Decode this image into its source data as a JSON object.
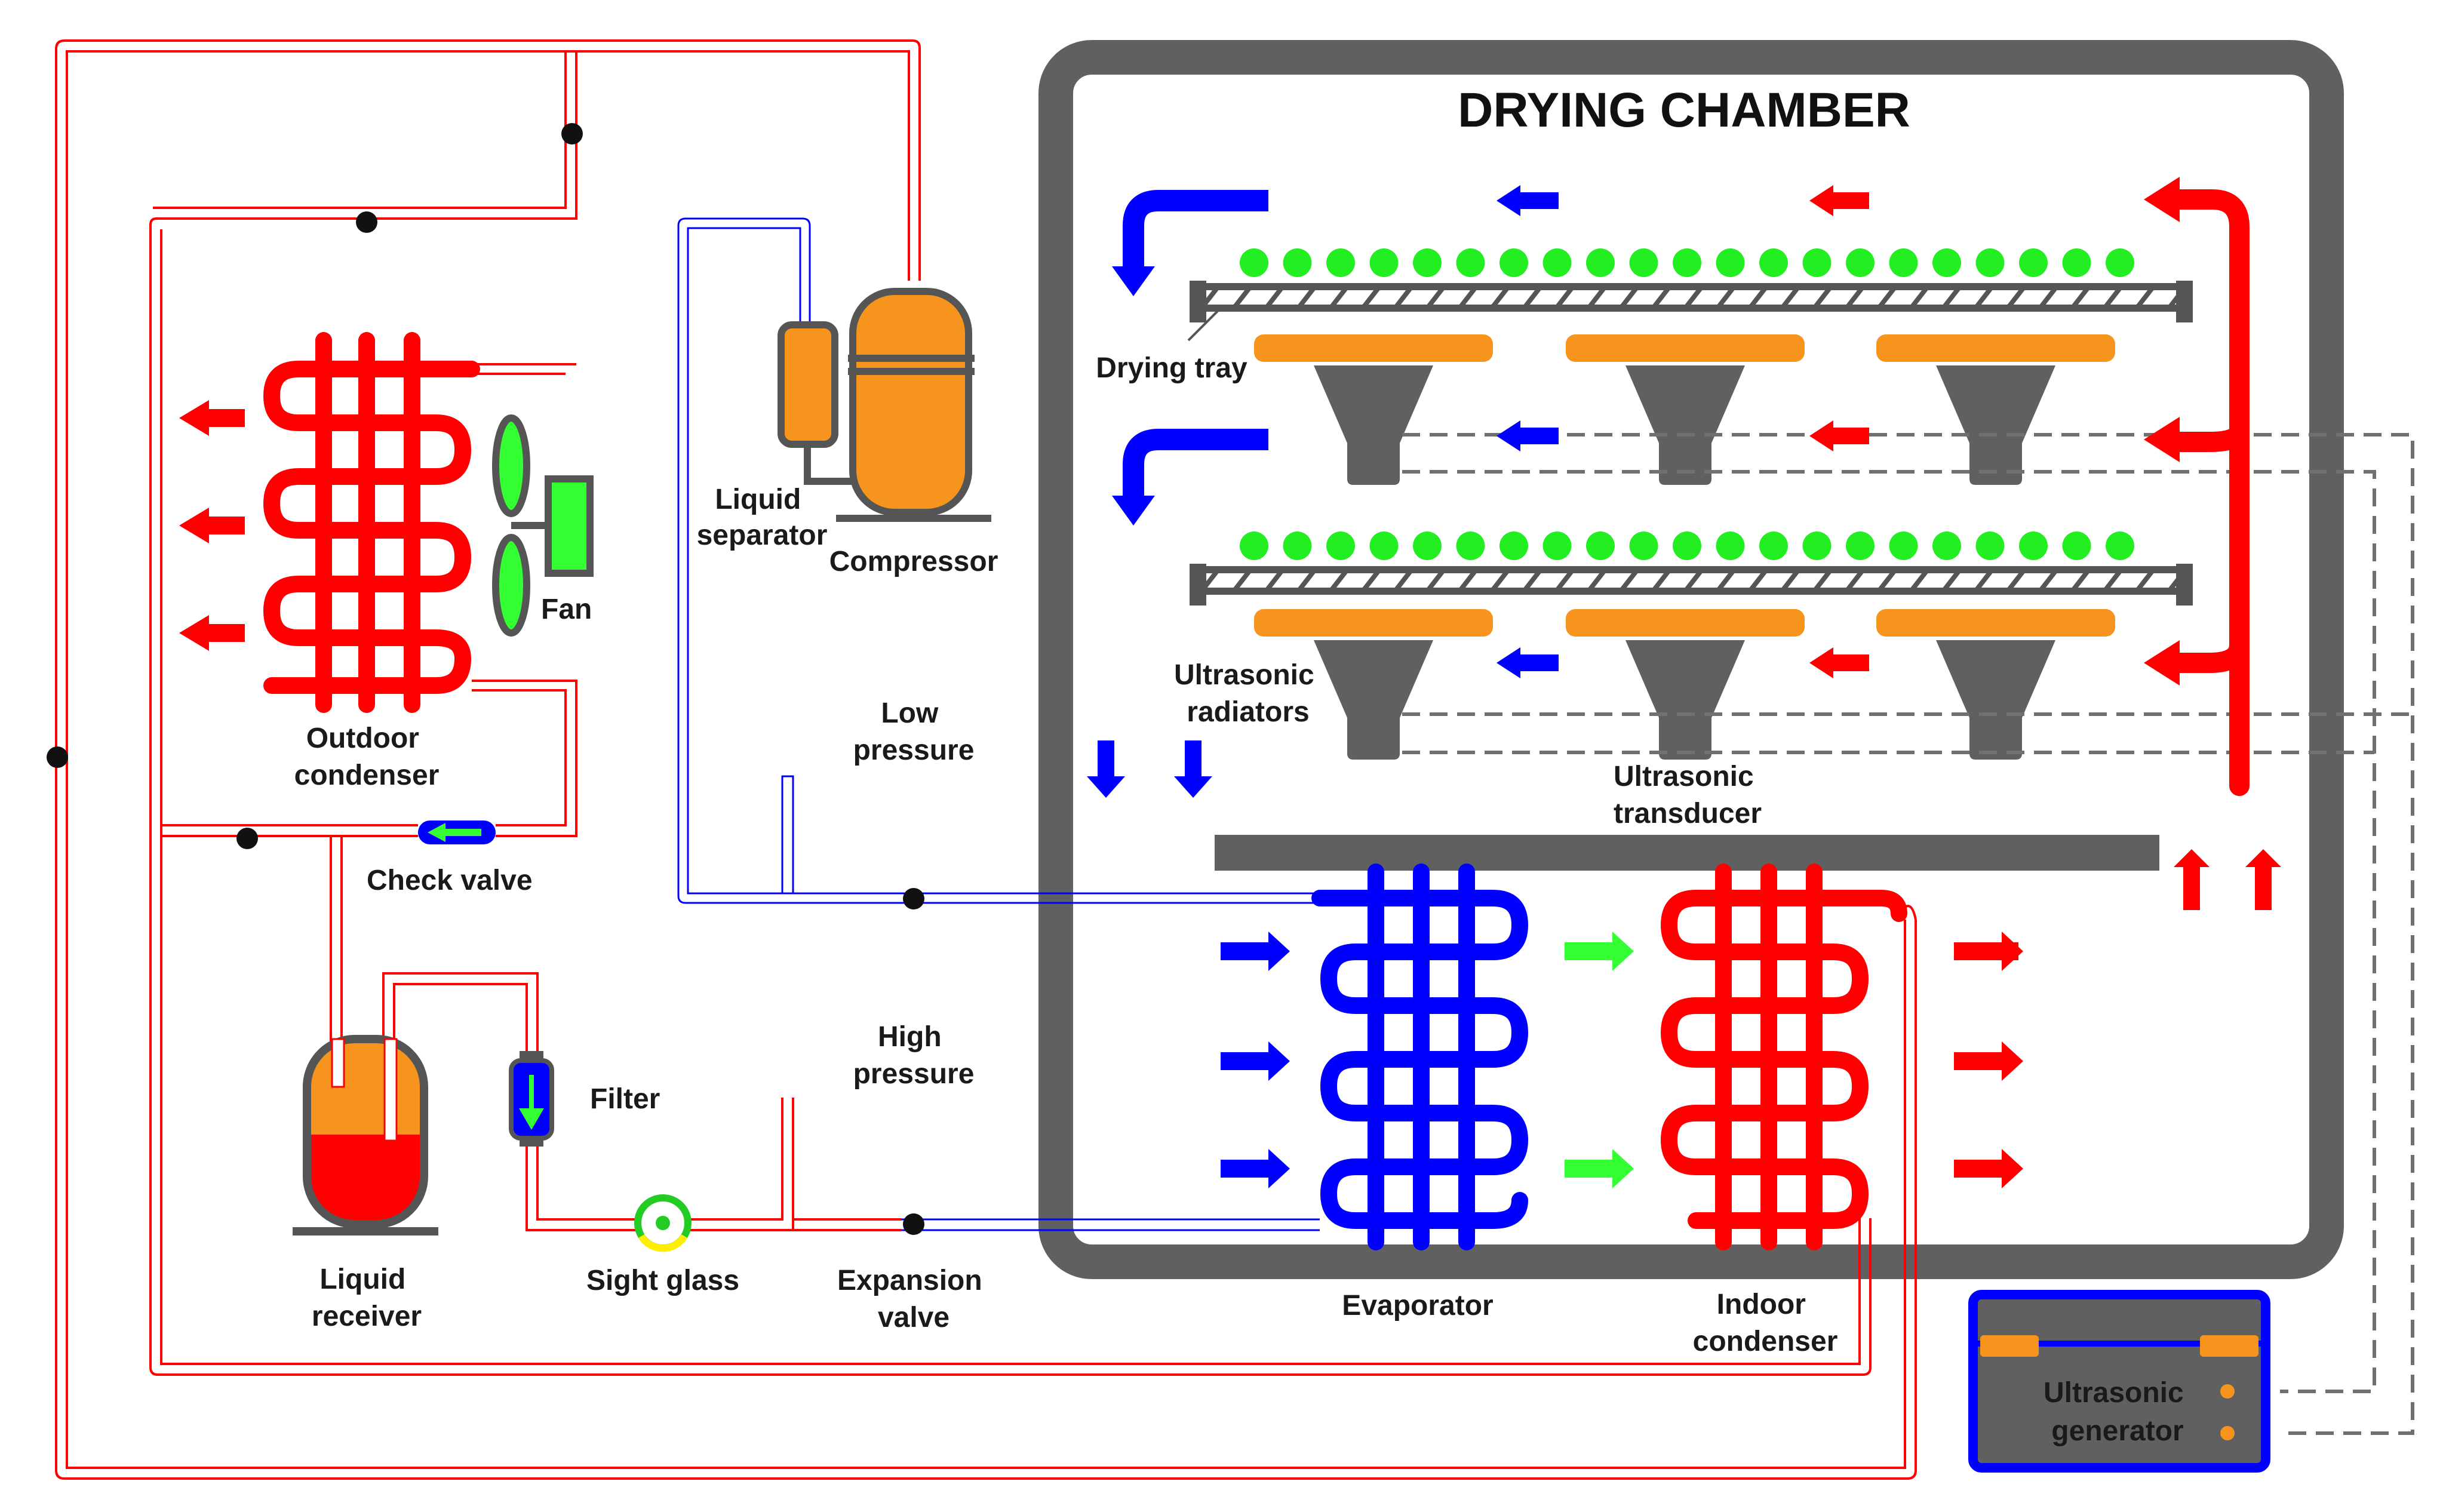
{
  "labels": {
    "chamber_title": "DRYING CHAMBER",
    "drying_tray": "Drying tray",
    "ultrasonic_radiators": [
      "Ultrasonic",
      "radiators"
    ],
    "ultrasonic_transducer": [
      "Ultrasonic",
      "transducer"
    ],
    "ultrasonic_generator": [
      "Ultrasonic",
      "generator"
    ],
    "liquid_separator": [
      "Liquid",
      "separator"
    ],
    "compressor": "Compressor",
    "fan": "Fan",
    "outdoor_condenser": [
      "Outdoor",
      "condenser"
    ],
    "check_valve": "Check valve",
    "low_pressure": [
      "Low",
      "pressure"
    ],
    "high_pressure": [
      "High",
      "pressure"
    ],
    "filter": "Filter",
    "liquid_receiver": [
      "Liquid",
      "receiver"
    ],
    "sight_glass": "Sight glass",
    "expansion_valve": [
      "Expansion",
      "valve"
    ],
    "evaporator": "Evaporator",
    "indoor_condenser": [
      "Indoor",
      "condenser"
    ]
  },
  "colors": {
    "hot_pipe": "#ff0000",
    "cold_pipe": "#0000ff",
    "component_fill": "#f7941d",
    "chamber_wall": "#606060",
    "fan_fill": "#33ff33",
    "product": "#22ee22",
    "dashed_wire": "#707070",
    "generator_border": "#0000ff"
  },
  "icons": {
    "fan": "fan-icon",
    "compressor": "compressor-icon",
    "check_valve": "check-valve-icon",
    "filter": "filter-icon",
    "sight_glass": "sight-glass-icon",
    "junction": "junction-dot-icon",
    "airflow": "arrow-icon"
  }
}
